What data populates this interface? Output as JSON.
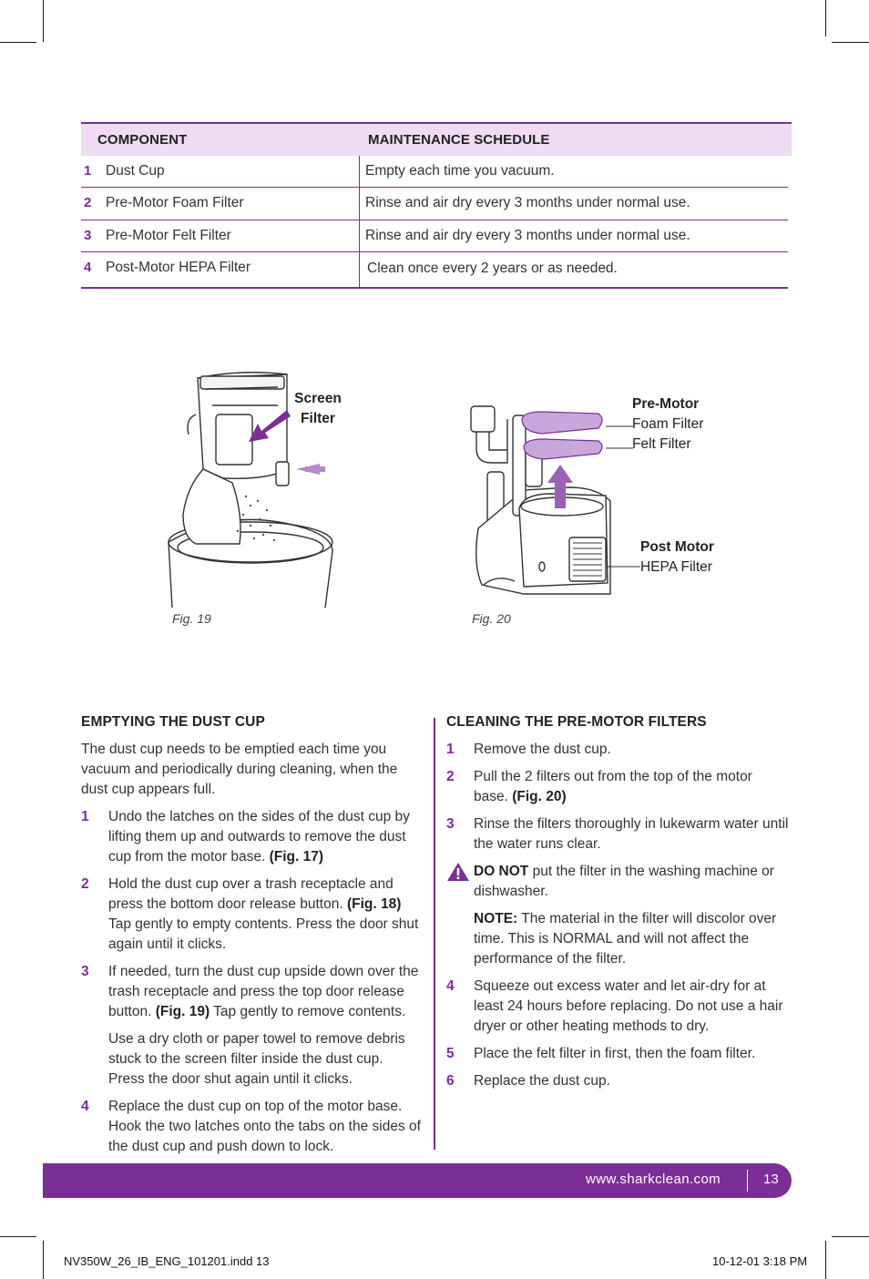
{
  "table": {
    "header": {
      "component": "COMPONENT",
      "schedule": "MAINTENANCE SCHEDULE"
    },
    "rows": [
      {
        "num": "1",
        "component": "Dust Cup",
        "schedule": "Empty each time you vacuum."
      },
      {
        "num": "2",
        "component": "Pre-Motor Foam Filter",
        "schedule": "Rinse and air dry every 3 months under normal use."
      },
      {
        "num": "3",
        "component": "Pre-Motor Felt Filter",
        "schedule": "Rinse and air dry every 3 months under normal use."
      },
      {
        "num": "4",
        "component": "Post-Motor HEPA Filter",
        "schedule": "Clean once every 2 years or as needed."
      }
    ]
  },
  "fig19": {
    "caption": "Fig. 19",
    "label_line1": "Screen",
    "label_line2": "Filter"
  },
  "fig20": {
    "caption": "Fig. 20",
    "premotor_title": "Pre-Motor",
    "foam": "Foam Filter",
    "felt": "Felt Filter",
    "postmotor_title": "Post Motor",
    "hepa": "HEPA Filter"
  },
  "left": {
    "heading": "EMPTYING THE DUST CUP",
    "intro": "The dust cup needs to be emptied each time you vacuum and periodically during cleaning, when the dust cup appears full.",
    "step1_num": "1",
    "step1_text": "Undo the latches on the sides of the dust cup by lifting them up and outwards to remove the dust cup from the motor base.",
    "step1_ref": "(Fig. 17)",
    "step2_num": "2",
    "step2_text_a": "Hold the dust cup over a trash receptacle and press the bottom door release button.",
    "step2_ref": "(Fig. 18)",
    "step2_text_b": "Tap gently to empty contents. Press the door shut again until it clicks.",
    "step3_num": "3",
    "step3_text_a": "If needed, turn the dust cup upside down over the trash receptacle and press the top door release button.",
    "step3_ref": "(Fig. 19)",
    "step3_text_b": "Tap gently to remove contents.",
    "step3_extra": "Use a dry cloth or paper towel to remove debris stuck to the screen filter inside the dust cup. Press the door shut again until it clicks.",
    "step4_num": "4",
    "step4_text": "Replace the dust cup on top of the motor base. Hook the two latches onto the tabs on the sides of the dust cup and push down to lock."
  },
  "right": {
    "heading": "CLEANING THE PRE-MOTOR FILTERS",
    "step1_num": "1",
    "step1_text": "Remove the dust cup.",
    "step2_num": "2",
    "step2_text": "Pull the 2 filters out from the top of the motor base.",
    "step2_ref": "(Fig. 20)",
    "step3_num": "3",
    "step3_text": "Rinse the filters thoroughly in lukewarm water until the water runs clear.",
    "warn_bold": "DO NOT",
    "warn_text": "put the filter in the washing machine or dishwasher.",
    "note_bold": "NOTE:",
    "note_text": "The material in the filter will discolor over time. This is NORMAL and will not affect the performance of the filter.",
    "step4_num": "4",
    "step4_text": "Squeeze out excess water and let air-dry for at least 24 hours before replacing. Do not use a hair dryer or other heating methods to dry.",
    "step5_num": "5",
    "step5_text": "Place the felt filter in first, then the foam filter.",
    "step6_num": "6",
    "step6_text": "Replace the dust cup."
  },
  "footer": {
    "url": "www.sharkclean.com",
    "page": "13"
  },
  "slug": {
    "file": "NV350W_26_IB_ENG_101201.indd   13",
    "date": "10-12-01   3:18 PM"
  },
  "colors": {
    "accent": "#7a2e96",
    "header_fill": "#eddcf2",
    "filter_fill": "#c9a6dc"
  }
}
